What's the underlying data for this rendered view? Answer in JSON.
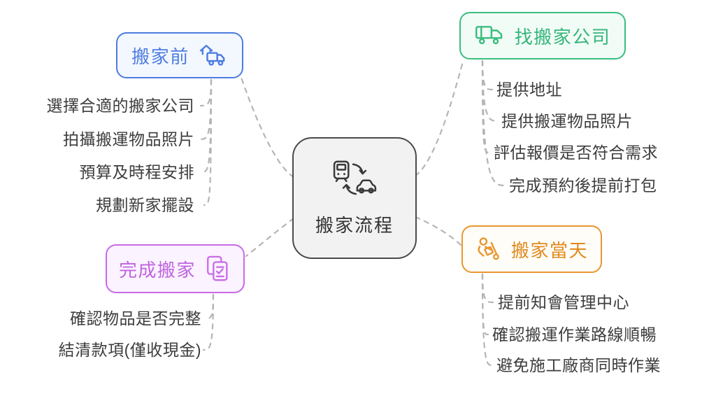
{
  "center": {
    "label": "搬家流程",
    "icon": "vehicle-transfer-icon",
    "border_color": "#4a4a4a",
    "background": "#f2f2f2"
  },
  "branches": {
    "before": {
      "label": "搬家前",
      "icon": "moving-truck-house-icon",
      "color": "#4e7ce0",
      "items": [
        "選擇合適的搬家公司",
        "拍攝搬運物品照片",
        "預算及時程安排",
        "規劃新家擺設"
      ]
    },
    "company": {
      "label": "找搬家公司",
      "icon": "delivery-truck-icon",
      "color": "#3bbd7e",
      "items": [
        "提供地址",
        "提供搬運物品照片",
        "評估報價是否符合需求",
        "完成預約後提前打包"
      ]
    },
    "finish": {
      "label": "完成搬家",
      "icon": "documents-check-icon",
      "color": "#c86ae8",
      "items": [
        "確認物品是否完整",
        "結清款項(僅收現金)"
      ]
    },
    "day": {
      "label": "搬家當天",
      "icon": "person-cart-icon",
      "color": "#e8962e",
      "items": [
        "提前知會管理中心",
        "確認搬運作業路線順暢",
        "避免施工廠商同時作業"
      ]
    }
  },
  "connector_color": "#b5b5b5"
}
